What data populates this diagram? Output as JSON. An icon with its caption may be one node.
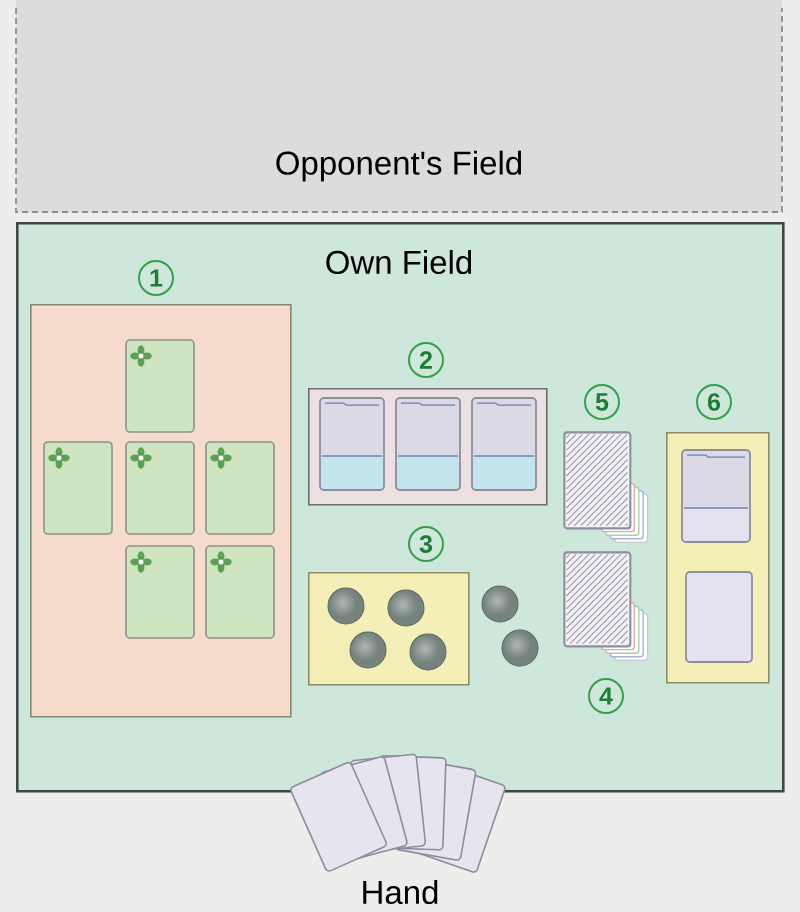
{
  "diagram": {
    "nodes": [
      {
        "text": [
          "Opponent's Field"
        ]
      },
      {
        "text": [
          "Own Field"
        ]
      },
      {
        "text": [
          "1"
        ],
        "in": 1
      },
      {
        "text": [
          "2"
        ],
        "in": 1
      },
      {
        "text": [
          "5"
        ],
        "in": 1
      },
      {
        "text": [
          "6"
        ],
        "in": 1
      },
      {
        "text": [
          "3"
        ],
        "in": 1
      },
      {
        "text": [
          "4"
        ],
        "in": 1
      },
      {
        "text": [
          "Hand"
        ]
      }
    ]
  }
}
